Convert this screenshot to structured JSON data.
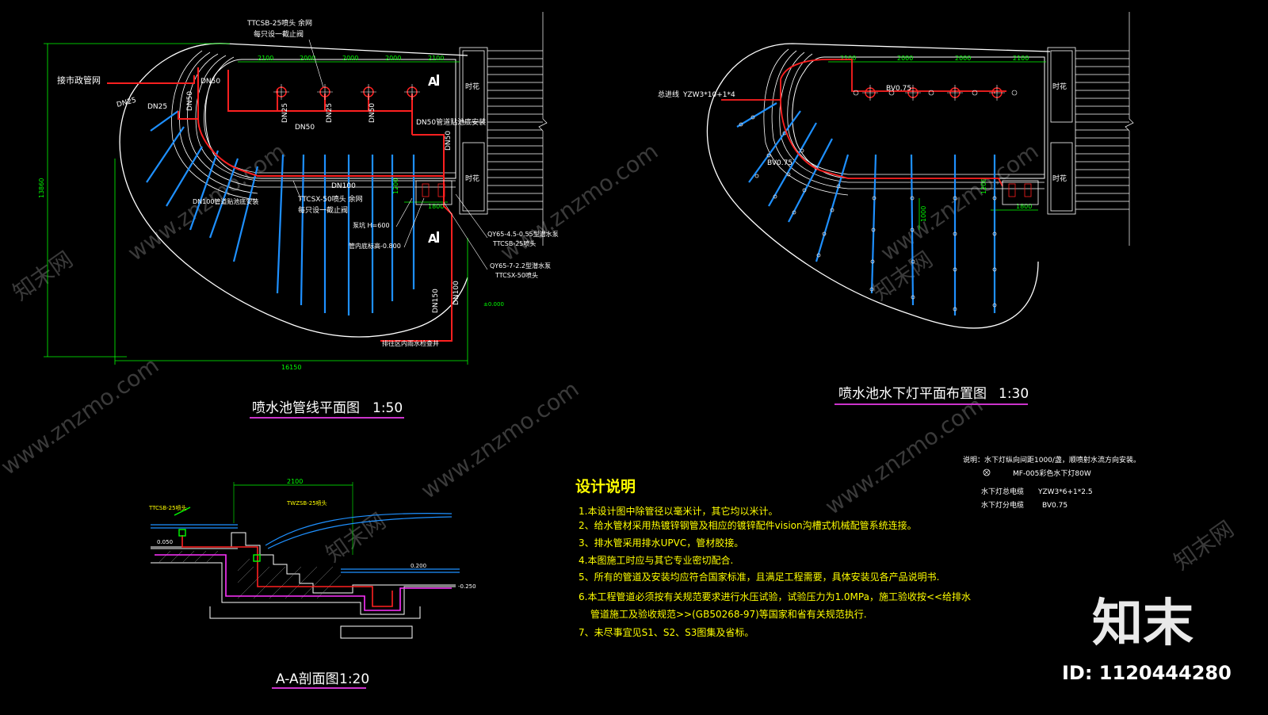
{
  "watermarks": {
    "site": "www.znzmo.com",
    "brand_cn": "知末网"
  },
  "plan1": {
    "title": "喷水池管线平面图",
    "scale": "1:50",
    "labels": {
      "city": "接市政管网",
      "dn25a": "DN25",
      "dn25b": "DN25",
      "dn50a": "DN50",
      "dn50b": "DN50",
      "dn25v1": "DN25",
      "dn25v2": "DN25",
      "dn50v": "DN50",
      "dn100": "DN100",
      "dn150": "DN150",
      "top_nozzle": "TTCSB-25喷头 余网",
      "top_nozzle2": "每只设一截止阀",
      "mid_nozzle": "TTCSX-50喷头 余网",
      "mid_nozzle2": "每只设一截止阀",
      "pipe_wall": "DN50管道贴池底安装",
      "pipe_floor": "DN100管道贴池底安装",
      "pump1": "QY65-4.5-0.55型潜水泵",
      "pump1b": "TTCSB-25喷头",
      "pump2": "QY65-7-2.2型潜水泵",
      "pump2b": "TTCSX-50喷头",
      "pit": "泵坑 H=600",
      "pipe_elev": "管内底标高-0.800",
      "drain": "排往区内雨水检查井",
      "section_a": "A",
      "flower1": "时花",
      "flower2": "时花",
      "dim_w": "16150",
      "dim_h": "13860",
      "level": "±0.000",
      "d1200": "1200",
      "d1800": "1800",
      "dims": [
        "2100",
        "2000",
        "2000",
        "2000",
        "2100"
      ],
      "dn100v": "DN100",
      "dn150v": "DN150"
    }
  },
  "plan2": {
    "title": "喷水池水下灯平面布置图",
    "scale": "1:30",
    "labels": {
      "main_cable": "总进线",
      "cable_spec": "YZW3*10+1*4",
      "bv1": "BV0.75",
      "bv2": "BV0.75",
      "flower1": "时花",
      "flower2": "时花",
      "d1200": "1200",
      "d1800": "1800",
      "d1000": "1000",
      "dims": [
        "2100",
        "2000",
        "2000",
        "2100"
      ]
    }
  },
  "section": {
    "title": "A-A剖面图",
    "scale": "1:20",
    "labels": {
      "dim_top": "2100",
      "nozzle1": "TTCSB-25喷头",
      "nozzle2": "TWZSB-25喷头",
      "lvl1": "0.050",
      "lvl2": "-0.250",
      "lvl3": "0.200"
    }
  },
  "notes": {
    "heading": "设计说明",
    "items": [
      "1.本设计图中除管径以毫米计，其它均以米计。",
      "2、给水管材采用热镀锌钢管及相应的镀锌配件vision沟槽式机械配管系统连接。",
      "3、排水管采用排水UPVC，管材胶接。",
      "4.本图施工时应与其它专业密切配合.",
      "5、所有的管道及安装均应符合国家标准，且满足工程需要，具体安装见各产品说明书.",
      "6.本工程管道必须按有关规范要求进行水压试验，试验压力为1.0MPa，施工验收按<<给排水",
      "管道施工及验收规范>>(GB50268-97)等国家和省有关规范执行.",
      "7、未尽事宜见S1、S2、S3图集及省标。"
    ]
  },
  "legend": {
    "note": "说明：水下灯纵向间距1000/盏，顺喷射水流方向安装。",
    "symbol_label": "MF-005彩色水下灯80W",
    "rows": [
      {
        "name": "水下灯总电缆",
        "spec": "YZW3*6+1*2.5"
      },
      {
        "name": "水下灯分电缆",
        "spec": "BV0.75"
      }
    ]
  },
  "brand": {
    "logo": "知末",
    "id": "ID: 1120444280"
  },
  "colors": {
    "pipe_red": "#ff2020",
    "pipe_blue": "#1e90ff",
    "wall": "#ffffff",
    "dim_green": "#00ff00",
    "title_line": "#cc33cc",
    "text_yellow": "#ffff66"
  }
}
